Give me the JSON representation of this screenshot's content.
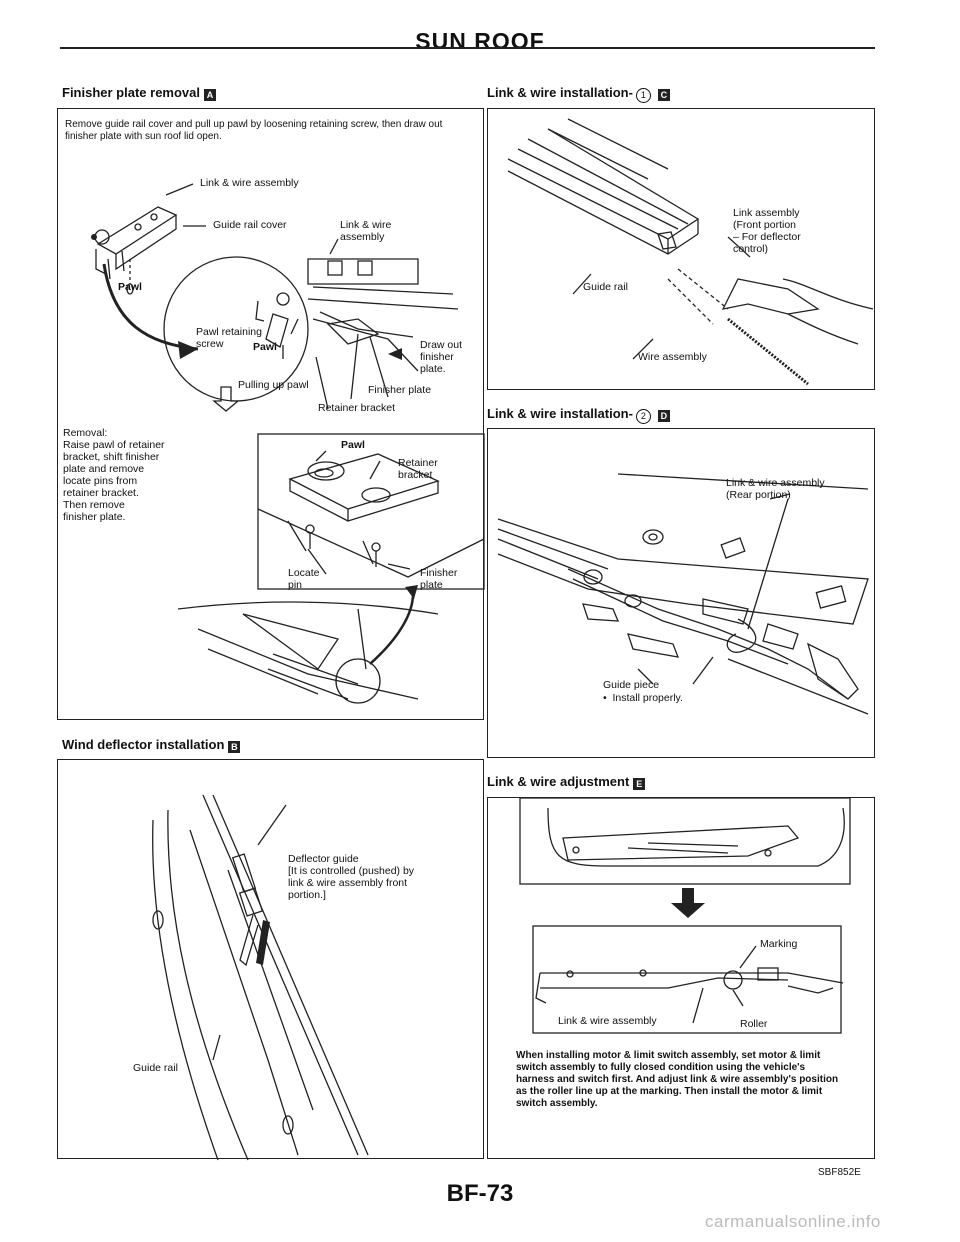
{
  "page_title": "SUN ROOF",
  "sections": {
    "a": {
      "title": "Finisher plate removal",
      "mark": "A",
      "intro": "Remove guide rail cover and pull up pawl by loosening retaining screw, then draw out finisher plate with sun roof lid open.",
      "labels": {
        "link_wire_top": "Link & wire assembly",
        "guide_rail_cover": "Guide rail cover",
        "link_wire_right": "Link & wire\nassembly",
        "pawl_left": "Pawl",
        "pawl_retaining": "Pawl retaining",
        "screw": "screw",
        "pawl_small": "Pawl",
        "draw_out": "Draw out\nfinisher\nplate.",
        "pulling_up": "Pulling up pawl",
        "finisher_plate": "Finisher plate",
        "retainer_bracket": "Retainer bracket",
        "removal_note": "Removal:\nRaise pawl of retainer\nbracket, shift finisher\nplate and remove\nlocate pins from\nretainer bracket.\nThen remove\nfinisher plate.",
        "pawl_inset": "Pawl",
        "retainer_inset": "Retainer\nbracket",
        "locate_pin": "Locate\npin",
        "finisher_inset": "Finisher\nplate"
      }
    },
    "b": {
      "title": "Wind deflector installation",
      "mark": "B",
      "labels": {
        "deflector_guide": "Deflector guide\n[It is controlled (pushed) by\nlink & wire assembly front\nportion.]",
        "guide_rail": "Guide rail"
      }
    },
    "c": {
      "title": "Link & wire installation-",
      "num": "1",
      "mark": "C",
      "labels": {
        "link_assembly": "Link assembly\n(Front portion\n– For deflector\ncontrol)",
        "guide_rail": "Guide rail",
        "wire_assembly": "Wire assembly"
      }
    },
    "d": {
      "title": "Link & wire installation-",
      "num": "2",
      "mark": "D",
      "labels": {
        "rear_portion": "Link & wire assembly\n(Rear portion)",
        "guide_piece": "Guide piece",
        "install_properly": "•  Install properly."
      }
    },
    "e": {
      "title": "Link & wire adjustment",
      "mark": "E",
      "labels": {
        "marking": "Marking",
        "link_wire": "Link & wire assembly",
        "roller": "Roller"
      },
      "note": "When installing motor & limit switch assembly, set motor & limit switch assembly to fully closed condition using the vehicle's harness and switch first. And adjust link & wire assembly's position as the roller line up at the marking. Then install the motor & limit switch assembly."
    }
  },
  "figure_code": "SBF852E",
  "page_number": "BF-73",
  "footer_url": "carmanualsonline.info"
}
